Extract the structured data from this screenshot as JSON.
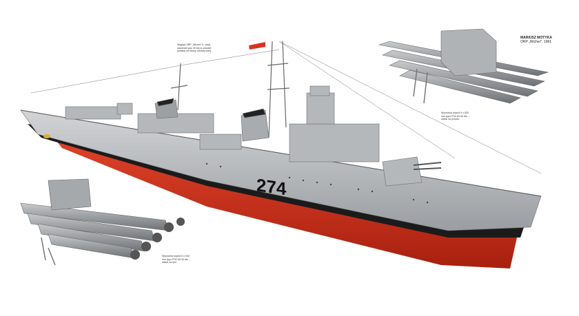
{
  "credits": {
    "author": "MARIUSZ MOTYKA",
    "ship_and_year": "ORP „Wicher\", 1961"
  },
  "hull_number": "274",
  "captions": {
    "mast": "Wygląd ORP „Wicher\" II, okręt radziecki typu 30 bis w usłudze polskiej od strony rufowej burty",
    "torpedo_front": "Wyrzutnia torped 5 x 533 mm typu PTA-53-30 bis – widok od przodu",
    "torpedo_rear": "Wyrzutnia torped 5 x 533 mm typu PTA-53-30 bis – widok od tyłu"
  },
  "colors": {
    "hull_grey": "#b9bcbf",
    "antifouling_red": "#d8331f",
    "boot_top": "#1b1b1b",
    "background": "#ffffff"
  }
}
